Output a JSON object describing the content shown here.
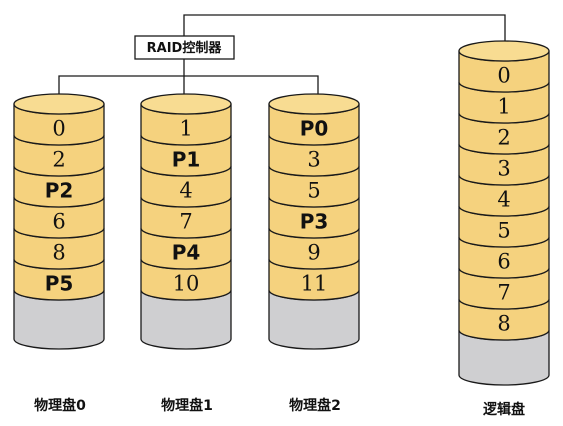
{
  "controller": {
    "label": "RAID控制器"
  },
  "physical_disks": [
    {
      "caption": "物理盘0",
      "blocks": [
        "0",
        "2",
        "P2",
        "6",
        "8",
        "P5"
      ]
    },
    {
      "caption": "物理盘1",
      "blocks": [
        "1",
        "P1",
        "4",
        "7",
        "P4",
        "10"
      ]
    },
    {
      "caption": "物理盘2",
      "blocks": [
        "P0",
        "3",
        "5",
        "P3",
        "9",
        "11"
      ]
    }
  ],
  "logical_disk": {
    "caption": "逻辑盘",
    "blocks": [
      "0",
      "1",
      "2",
      "3",
      "4",
      "5",
      "6",
      "7",
      "8"
    ]
  },
  "colors": {
    "block_fill": "#f5d27e",
    "top_fill": "#f8dc92",
    "empty_fill": "#cfcfd1",
    "stroke": "#1a1a1a"
  }
}
